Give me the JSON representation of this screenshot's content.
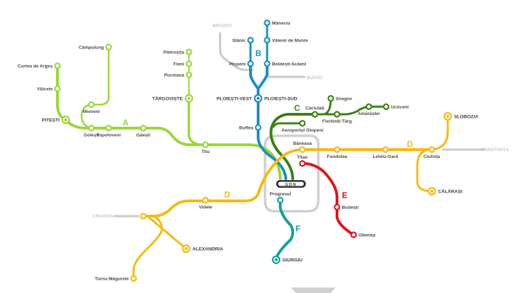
{
  "colors": {
    "line_a": "#9bd63a",
    "line_b": "#1b8fc0",
    "line_c": "#3d7f16",
    "line_d": "#f6b90d",
    "line_e": "#e0141b",
    "line_f": "#14a09a",
    "external": "#c8c8c8",
    "gdn_badge": "#333333"
  },
  "lines": {
    "a": "A",
    "b": "B",
    "c": "C",
    "d1": "D",
    "d2": "D",
    "e": "E",
    "f": "F"
  },
  "hub": {
    "badge": "GDN"
  },
  "external": {
    "brasov": "BRAȘOV",
    "buzau": "BUZĂU",
    "constanta": "CONSTANȚA",
    "craiova": "CRAIOVA"
  },
  "stations": {
    "campulung": "Câmpulung",
    "curtea_de_arges": "Curtea de Argeș",
    "valcele": "Vâlcele",
    "pitesti": "PITEȘTI",
    "mioveni": "Mioveni",
    "golesti": "Golești",
    "topoloveni": "Topoloveni",
    "gaesti": "Găești",
    "titu": "Titu",
    "targoviste": "TÂRGOVIȘTE",
    "pucioasa": "Pucioasa",
    "fieni": "Fieni",
    "pietrosita": "Pietroșița",
    "maneciu": "Măneciu",
    "valenii": "Vălenii de Munte",
    "slanic": "Slănic",
    "plopeni": "Plopeni",
    "boldesti": "Boldești-Scăeni",
    "ploiesti_vest": "PLOIEȘTI-VEST",
    "ploiesti_sud": "PLOIEȘTI-SUD",
    "buftea": "Buftea",
    "snagov": "Snagov",
    "caciulati": "Căciulați",
    "fierbinti": "Fierbinți-Târg",
    "amarastei": "Amărăștei",
    "urziceni": "Urziceni",
    "aeroport": "Aeroportul Otopeni",
    "baneasa": "Băneasa",
    "titan": "Titan",
    "fundulea": "Fundulea",
    "lehliu": "Lehliu-Gară",
    "ciulnita": "Ciulnița",
    "slobozia": "SLOBOZIA",
    "calarasi": "CĂLĂRAȘI",
    "progresul": "Progresul",
    "videle": "Videle",
    "alexandria": "ALEXANDRIA",
    "turnu_magurele": "Turnu Măgurele",
    "budesti": "Budești",
    "oltenita": "Oltenița",
    "giurgiu": "GIURGIU"
  }
}
